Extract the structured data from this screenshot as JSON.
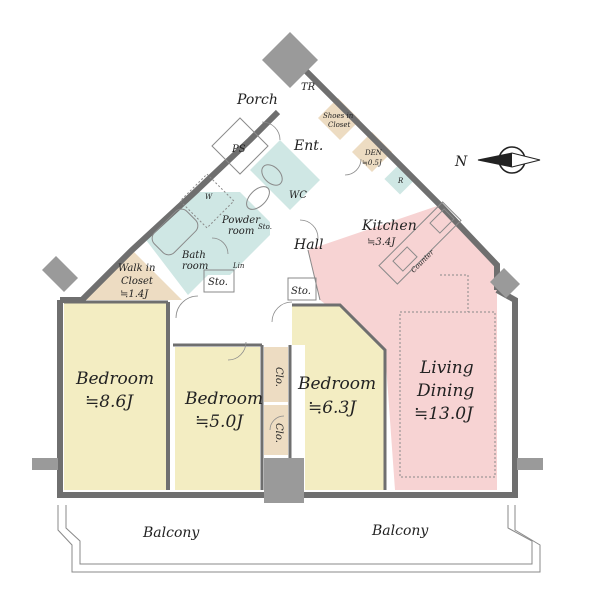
{
  "colors": {
    "bedroom": "#f3edc2",
    "living": "#f7d3d3",
    "wet": "#cfe7e4",
    "closet": "#eddcc2",
    "wall": "#6f6f6f",
    "column": "#9a9a9a",
    "line": "#8a8a8a"
  },
  "compass": {
    "label": "N",
    "icon": "compass-needle-icon"
  },
  "rooms": {
    "porch": "Porch",
    "tr": "TR",
    "ps": "PS",
    "entrance": "Ent.",
    "shoes_closet_line1": "Shoes in",
    "shoes_closet_line2": "Closet",
    "den_line1": "DEN",
    "den_line2": "≒0.5J",
    "refrigerator": "R",
    "washer": "W",
    "wc": "WC",
    "powder_line1": "Powder",
    "powder_line2": "room",
    "bath_line1": "Bath",
    "bath_line2": "room",
    "small_storage": "Sto.",
    "storage_1": "Sto.",
    "storage_2": "Sto.",
    "lin": "Lin",
    "hall": "Hall",
    "kitchen_name": "Kitchen",
    "kitchen_size": "≒3.4J",
    "counter": "Counter",
    "walkin_line1": "Walk in",
    "walkin_line2": "Closet",
    "walkin_line3": "≒1.4J",
    "bedroom1_name": "Bedroom",
    "bedroom1_size": "≒8.6J",
    "bedroom2_name": "Bedroom",
    "bedroom2_size": "≒5.0J",
    "bedroom3_name": "Bedroom",
    "bedroom3_size": "≒6.3J",
    "closet_1": "Clo.",
    "closet_2": "Clo.",
    "living_line1": "Living",
    "living_line2": "Dining",
    "living_size": "≒13.0J",
    "balcony_left": "Balcony",
    "balcony_right": "Balcony"
  }
}
